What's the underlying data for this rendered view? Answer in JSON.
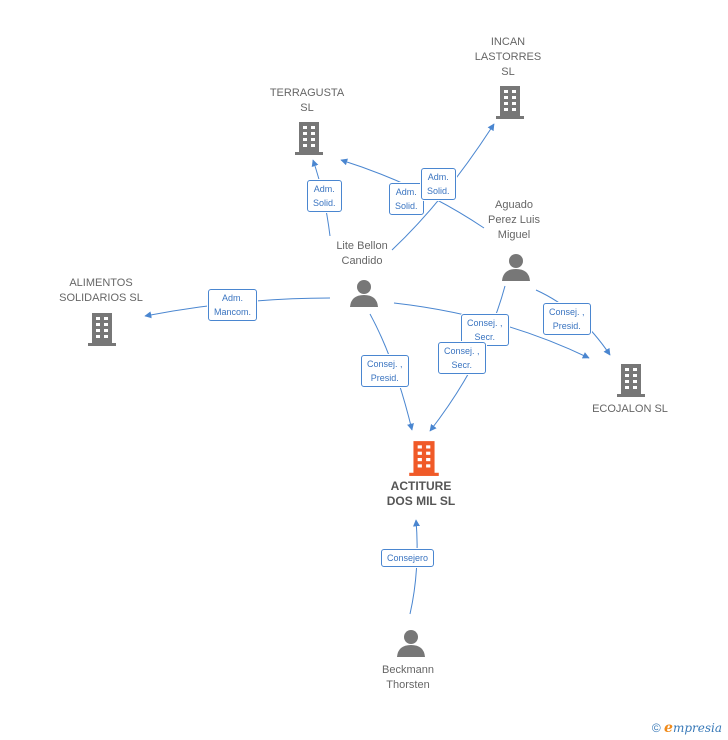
{
  "colors": {
    "edge": "#4a86d0",
    "company_icon": "#777777",
    "main_company_icon": "#f05a28",
    "person_icon": "#777777"
  },
  "nodes": {
    "terragusta": {
      "label": "TERRAGUSTA\nSL",
      "icon": "building-icon"
    },
    "incan": {
      "label": "INCAN\nLASTORRES\nSL",
      "icon": "building-icon"
    },
    "alimentos": {
      "label": "ALIMENTOS\nSOLIDARIOS SL",
      "icon": "building-icon"
    },
    "ecojalon": {
      "label": "ECOJALON  SL",
      "icon": "building-icon"
    },
    "actiture": {
      "label": "ACTITURE\nDOS MIL  SL",
      "icon": "building-icon"
    },
    "lite": {
      "label": "Lite Bellon\nCandido",
      "icon": "person-icon"
    },
    "aguado": {
      "label": "Aguado\nPerez Luis\nMiguel",
      "icon": "person-icon"
    },
    "beckmann": {
      "label": "Beckmann\nThorsten",
      "icon": "person-icon"
    }
  },
  "edges": {
    "lite_terragusta": "Adm.\nSolid.",
    "aguado_terragusta": "Adm.\nSolid.",
    "lite_incan": "Adm.\nSolid.",
    "lite_alimentos": "Adm.\nMancom.",
    "lite_actiture": "Consej. ,\nPresid.",
    "lite_ecojalon": "Consej. ,\nSecr.",
    "aguado_actiture": "Consej. ,\nSecr.",
    "aguado_ecojalon": "Consej. ,\nPresid.",
    "beckmann_actiture": "Consejero"
  },
  "footer": {
    "copyright": "©",
    "brand_e": "e",
    "brand_rest": "mpresia"
  }
}
